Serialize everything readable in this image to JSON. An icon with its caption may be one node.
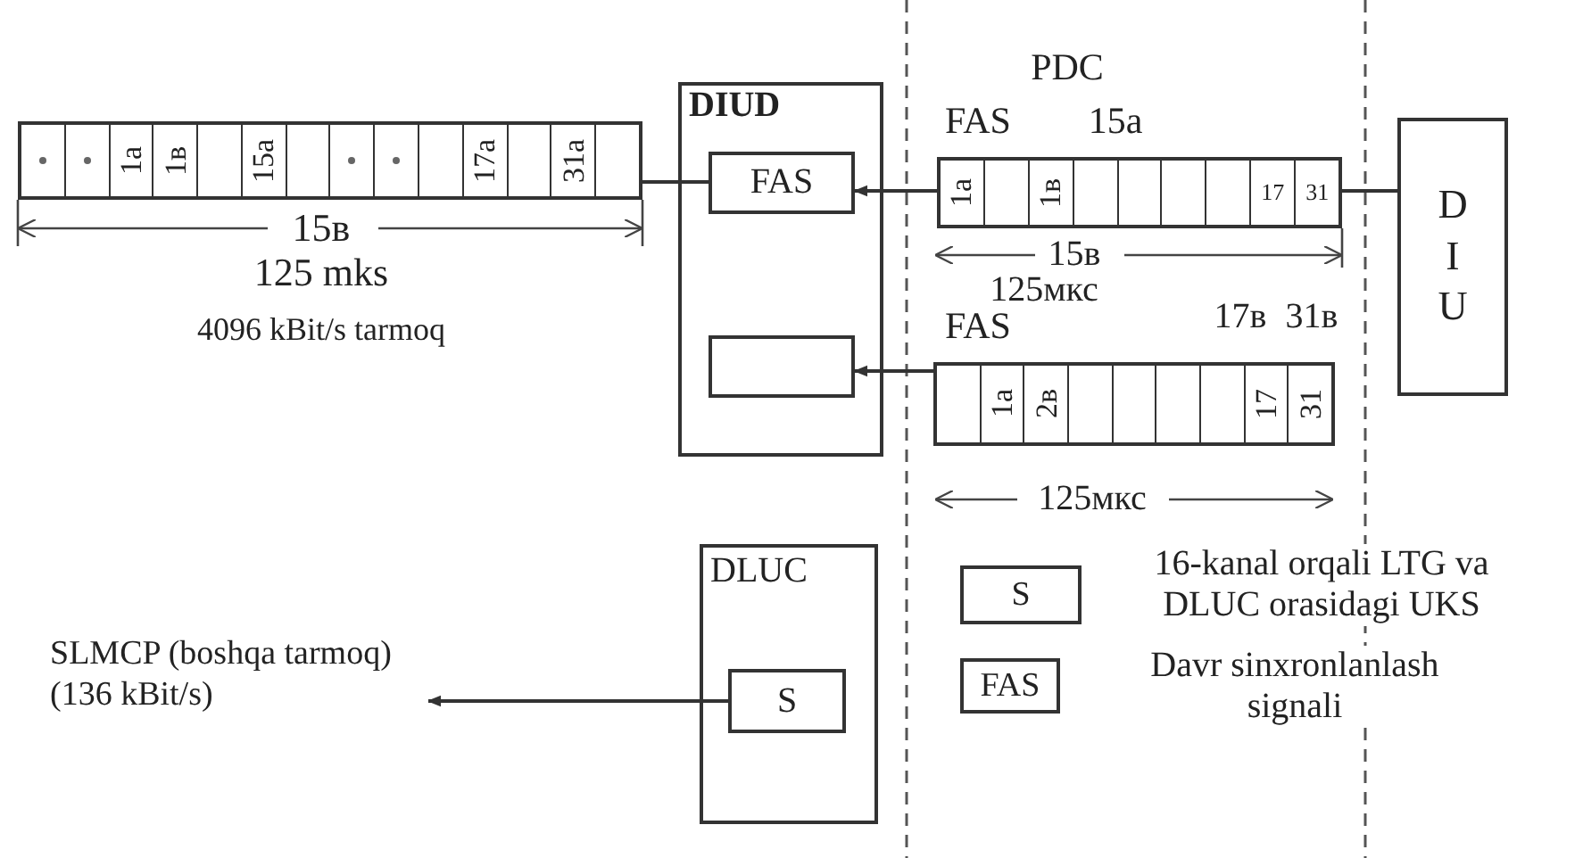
{
  "diagram": {
    "nodes": [
      {
        "text": [
          "1a",
          "1в",
          "15a",
          "17a",
          "31a"
        ]
      },
      {
        "text": [
          "DIUD"
        ]
      },
      {
        "text": [
          "FAS"
        ],
        "in": 1
      },
      {
        "text": [],
        "shape": "box",
        "in": 1
      },
      {
        "text": [
          "1a",
          "1в",
          "17",
          "31"
        ]
      },
      {
        "text": [
          "1a",
          "2в",
          "17",
          "31"
        ]
      },
      {
        "text": [
          "D I U"
        ]
      },
      {
        "text": [
          "DLUC"
        ]
      },
      {
        "text": [
          "S"
        ],
        "in": 7
      },
      {
        "text": [
          "SLMCP (boshqa tarmoq) (136 kBit/s)"
        ]
      },
      {
        "text": [
          "S"
        ],
        "beside": [
          "16-kanal orqali LTG va DLUC orasidagi UKS"
        ]
      },
      {
        "text": [
          "FAS"
        ],
        "beside": [
          "Davr sinxronlanlash signali"
        ]
      }
    ],
    "edges": [
      {
        "from": 0,
        "to": 2,
        "arrow": "none"
      },
      {
        "from": 4,
        "to": 2,
        "arrow": "to"
      },
      {
        "from": 6,
        "to": 4,
        "arrow": "none"
      },
      {
        "from": 5,
        "to": 3,
        "arrow": "to"
      },
      {
        "from": 8,
        "to": 9,
        "arrow": "to"
      }
    ],
    "labels": [
      "PDC",
      "FAS",
      "15a",
      "15в",
      "15в",
      "125 mks",
      "125мкс",
      "FAS",
      "17в",
      "31в",
      "4096 kBit/s tarmoq",
      "125мкс"
    ]
  }
}
